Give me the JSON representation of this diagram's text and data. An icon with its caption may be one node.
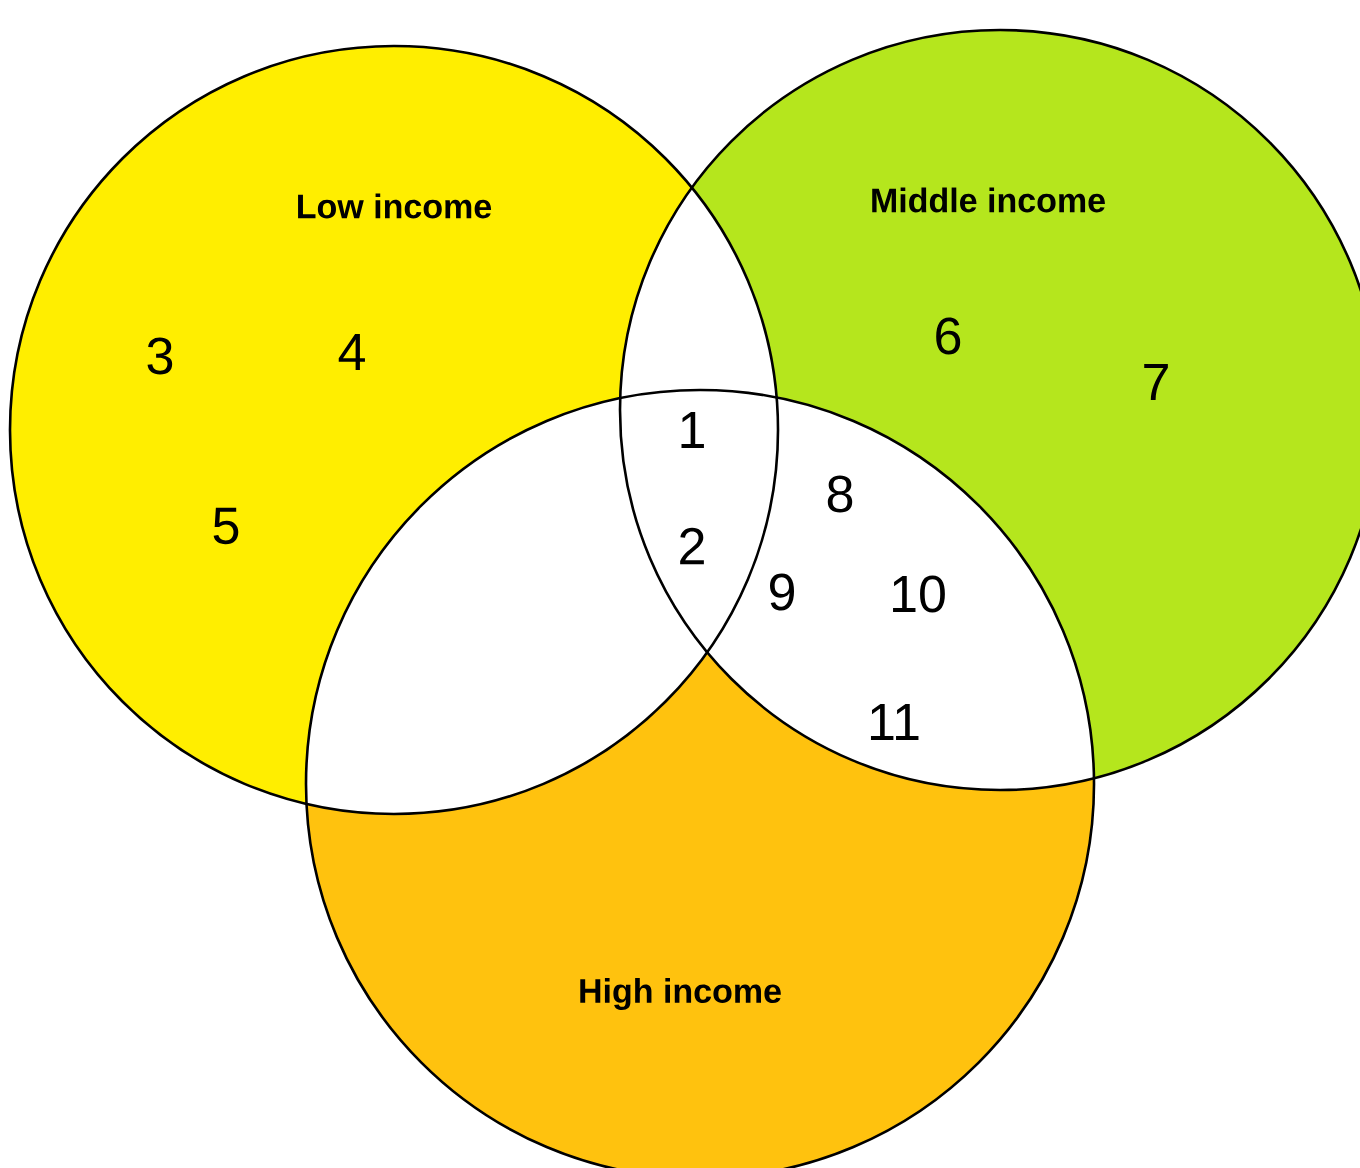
{
  "diagram": {
    "nodes": [
      {
        "text": [
          "Low income"
        ]
      },
      {
        "text": [
          "Middle income"
        ]
      },
      {
        "text": [
          "High income"
        ]
      }
    ],
    "labels": [
      "3",
      "4",
      "6",
      "7",
      "1",
      "8",
      "5",
      "2",
      "9",
      "10",
      "11"
    ]
  }
}
